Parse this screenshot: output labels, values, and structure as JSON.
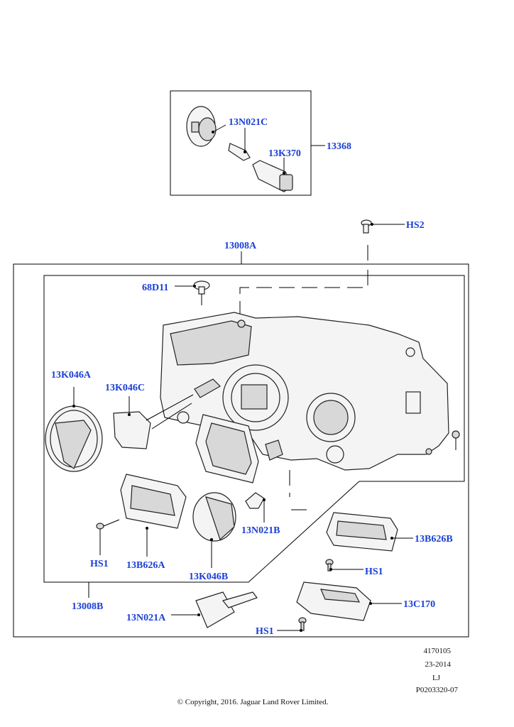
{
  "callouts": {
    "c13N021C_top": "13N021C",
    "c13K370": "13K370",
    "c13368": "13368",
    "cHS2": "HS2",
    "c13008A": "13008A",
    "c68D11": "68D11",
    "c13K046A": "13K046A",
    "c13K046C": "13K046C",
    "cHS1_left": "HS1",
    "c13B626A": "13B626A",
    "c13K046B": "13K046B",
    "c13N021B": "13N021B",
    "c13B626B": "13B626B",
    "cHS1_right": "HS1",
    "c13C170": "13C170",
    "c13008B": "13008B",
    "c13N021A": "13N021A",
    "cHS1_bottom": "HS1"
  },
  "meta": {
    "ref_number": "4170105",
    "date_code": "23-2014",
    "initials": "LJ",
    "pub_code": "P0203320-07",
    "copyright": "© Copyright, 2016. Jaguar Land Rover Limited."
  },
  "colors": {
    "callout": "#1a3fd6",
    "line": "#000000"
  }
}
